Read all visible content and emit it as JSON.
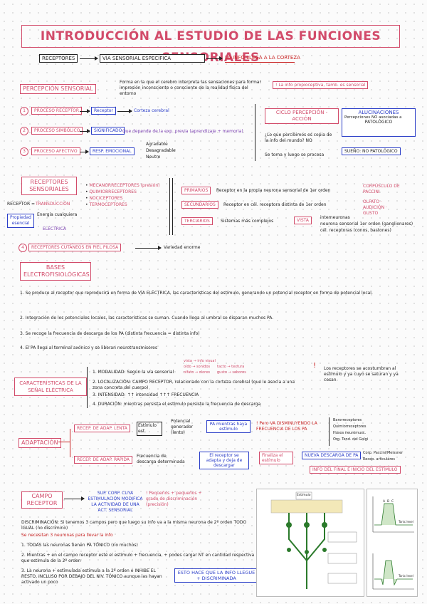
{
  "title": "INTRODUCCIÓN AL ESTUDIO DE LAS FUNCIONES SENSORIALES",
  "header_flow": {
    "receptores": "RECEPTORES",
    "via": "VÍA SENSORIAL ESPECÍFICA",
    "corteza": "LA INFO LLEGA A LA CORTEZA"
  },
  "percepcion": {
    "label": "PERCEPCIÓN SENSORIAL",
    "definition": "Forma en la que el cerebro interpreta las sensaciones para formar impresión inconsciente o consciente de la realidad física del entorno",
    "propioceptiva": "! La info propioceptiva, tamb. es sensorial"
  },
  "procesos": [
    {
      "num": "1",
      "name": "PROCESO RECEPTOR",
      "target": "Receptor",
      "result": "Corteza cerebral"
    },
    {
      "num": "2",
      "name": "PROCESO SIMBÓLICO",
      "target": "SIGNIFICADO",
      "result": "Que depende de la exp. previa (aprendizaje + memoria)"
    },
    {
      "num": "3",
      "name": "PROCESO AFECTIVO",
      "target": "RESP. EMOCIONAL",
      "result": ""
    }
  ],
  "afectivo_options": [
    "Agradable",
    "Desagradable",
    "Neutro"
  ],
  "ciclo": {
    "label": "CICLO PERCEPCIÓN - ACCIÓN",
    "question": "¿Lo que percibimos es copia de la info del mundo? NO",
    "answer": "Se toma y luego se procesa"
  },
  "alucinaciones": {
    "label": "ALUCINACIONES",
    "text": "Percepciones NO asociadas a",
    "result": "PATOLÓGICO",
    "sueno": "SUEÑO: NO PATOLÓGICO"
  },
  "receptores": {
    "label": "RECEPTORES SENSORIALES",
    "types": [
      "MECANORRECEPTORES (presión)",
      "QUIMIORRECEPTORES",
      "NOCICEPTORES",
      "TERMOCEPTORES"
    ],
    "receptor_line": "RECEPTOR =",
    "transduccion": "TRANSDUCCIÓN",
    "prop_label": "Propiedad",
    "prop_label2": "esencial",
    "energia": "Energía cualquiera",
    "electrica": "ELÉCTRICA"
  },
  "neuronas": [
    {
      "label": "PRIMARIOS",
      "text": "Receptor en la propia neurona sensorial de 1er orden",
      "extra": "CORPÚSCULO DE PACCINI"
    },
    {
      "label": "SECUNDARIOS",
      "text": "Receptor en cél. receptora distinta de 1er orden",
      "extra": "OLFATO · AUDICIÓN · GUSTO"
    },
    {
      "label": "TERCIARIOS",
      "text": "Sistemas más complejos",
      "extra": "VISTA"
    }
  ],
  "vista_notes": [
    "interneuronas",
    "neurona sensorial 1er orden (ganglionares)",
    "cél. receptoras (conos, bastones)"
  ],
  "cutaneos": {
    "num": "4",
    "label": "RECEPTORES CUTÁNEOS EN PIEL PILOSA",
    "result": "Variedad enorme"
  },
  "bases": {
    "label": "BASES ELECTROFISIOLÓGICAS",
    "items": [
      "1. Se produce al receptor que reproducirá en forma de VÍA ELÉCTRICA, las características del estímulo, generando un potencial receptor en forma de potencial local.",
      "2. Integración de los potenciales locales, las características se suman. Cuando llega al umbral se disparan muchos PA.",
      "3. Se recoge la frecuencia de descarga de los PA (distinta frecuencia = distinta info)",
      "4. El PA llega al terminal axónico y se liberan neurotransmisores"
    ]
  },
  "senal": {
    "label": "CARACTERÍSTICAS DE LA SEÑAL ELÉCTRICA",
    "items": [
      "1. MODALIDAD: Según la vía sensorial",
      "2. LOCALIZACIÓN: CAMPO RECEPTOR, relacionado con la corteza cerebral (que le asocia a una zona concreta del cuerpo)",
      "3. INTENSIDAD: ↑↑ intensidad ↑↑↑ FRECUENCIA",
      "4. DURACIÓN: mientras persista el estímulo persiste la frecuencia de descarga"
    ],
    "modalidades": [
      "vista → info visual",
      "oído → sonidos",
      "tacto → textura",
      "olfato → olores",
      "gusto → sabores"
    ],
    "note": "Los receptores se acostumbran al estímulo y ya cuyo se saturan y ya cesan"
  },
  "adaptacion": {
    "label": "ADAPTACIÓN",
    "lenta": "RECEP. DE ADAP. LENTA",
    "rapida": "RECEP. DE ADAP. RÁPIDA",
    "estimulo": "Estímulo est.",
    "potencial": "Potencial generador (lento)",
    "pa_mientras": "PA mientras haya estímulo",
    "disminuye": "! Pero VA DISMINUYENDO LA FRECUENCIA DE LOS PA",
    "lenta_list": [
      "Barorreceptores",
      "Quimiorreceptores",
      "Husos neuromusc.",
      "Org. Tend. del Golgi"
    ],
    "frecuencia": "Frecuencia de descarga determinada",
    "receptor_rapida": "El receptor se adapta y deja de descargar",
    "finaliza": "Finaliza el estímulo",
    "nueva": "NUEVA DESCARGA DE PA",
    "rapida_list": [
      "Corp. Paccini/Meissner",
      "Recep. articulares"
    ],
    "info": "INFO DEL FINAL E INICIO DEL ESTÍMULO"
  },
  "campo": {
    "label": "CAMPO RECEPTOR",
    "definition": "SUP. CORP. CUYA ESTIMULACIÓN MODIFICA LA ACTIVIDAD DE UNA ACT. SENSORIAL",
    "note": "! Pequeños + pequeños + grado de discriminación (precisión)",
    "discriminacion": "DISCRIMINACIÓN: Si tenemos 3 campos pero que luego su info va a la misma neurona de 2º orden TODO IGUAL (no discrimino)",
    "neuronas": "Se necesitan 3 neuronas para llevar la info",
    "items": [
      "1. TODAS las neuronas tienen PA TÓNICO (no muchos)",
      "2. Mientras + en el campo receptor esté el estímulo + frecuencia, + podes cargar NT en cantidad respectiva que estimula de la 2º orden",
      "3. La neurona + estimulada estimula a la 2ª orden e INHIBE EL RESTO, INCLUSO POR DEBAJO DEL NIV. TÓNICO aunque las hayan activado un poco"
    ],
    "esto": "ESTO HACE QUE LA INFO LLEGUE + DISCRIMINADA"
  },
  "figure": {
    "estimulo": "Estímulo",
    "tonic": "Tonic level",
    "labels": [
      "A",
      "B",
      "C"
    ]
  },
  "colors": {
    "pink": "#d24b6a",
    "blue": "#2b3ec8",
    "orange": "#e8782a",
    "purple": "#7a3fb0",
    "red": "#c82222"
  }
}
